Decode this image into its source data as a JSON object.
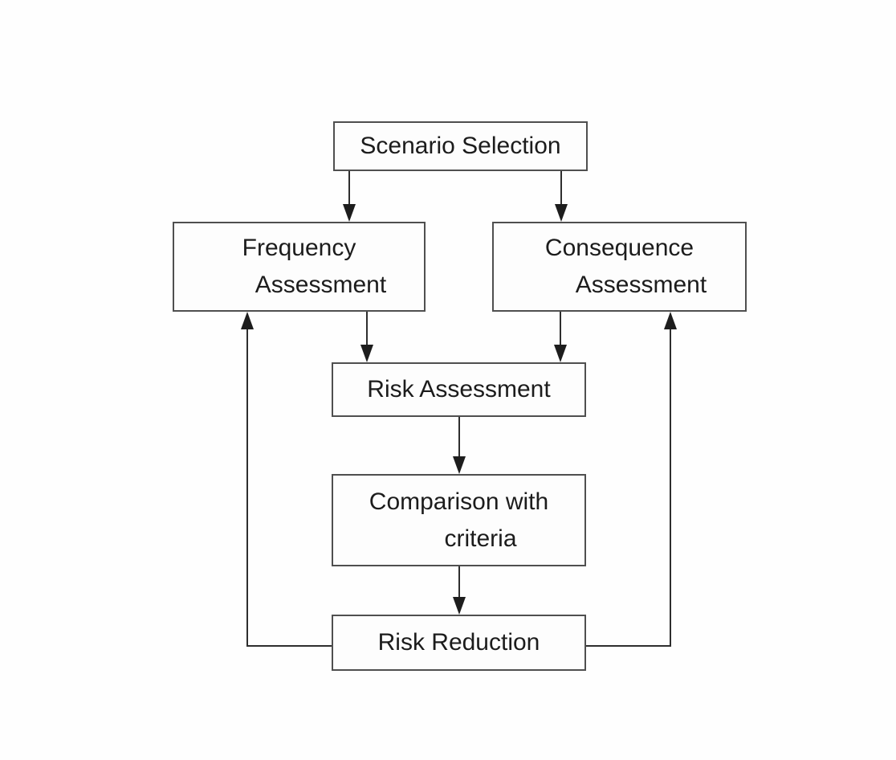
{
  "diagram": {
    "type": "flowchart",
    "nodes": {
      "scenario_selection": {
        "id": "scenario-selection",
        "lines": [
          "Scenario Selection"
        ]
      },
      "frequency_assessment": {
        "id": "frequency-assessment",
        "lines": [
          "Frequency",
          "Assessment"
        ]
      },
      "consequence_assessment": {
        "id": "consequence-assessment",
        "lines": [
          "Consequence",
          "Assessment"
        ]
      },
      "risk_assessment": {
        "id": "risk-assessment",
        "lines": [
          "Risk Assessment"
        ]
      },
      "comparison_with_criteria": {
        "id": "comparison-with-criteria",
        "lines": [
          "Comparison with",
          "criteria"
        ]
      },
      "risk_reduction": {
        "id": "risk-reduction",
        "lines": [
          "Risk Reduction"
        ]
      }
    },
    "edges": [
      {
        "from": "scenario-selection",
        "to": "frequency-assessment",
        "style": "arrow-down"
      },
      {
        "from": "scenario-selection",
        "to": "consequence-assessment",
        "style": "arrow-down"
      },
      {
        "from": "frequency-assessment",
        "to": "risk-assessment",
        "style": "arrow-down"
      },
      {
        "from": "consequence-assessment",
        "to": "risk-assessment",
        "style": "arrow-down"
      },
      {
        "from": "risk-assessment",
        "to": "comparison-with-criteria",
        "style": "arrow-down"
      },
      {
        "from": "comparison-with-criteria",
        "to": "risk-reduction",
        "style": "arrow-down"
      },
      {
        "from": "risk-reduction",
        "to": "frequency-assessment",
        "style": "feedback-left-up"
      },
      {
        "from": "risk-reduction",
        "to": "consequence-assessment",
        "style": "feedback-right-up"
      }
    ],
    "colors": {
      "background": "#fefefe",
      "node_fill": "#fdfdfd",
      "node_border": "#4f4f4f",
      "edge_stroke": "#2e2e2e",
      "arrowhead_fill": "#1d1d1d",
      "text": "#1c1c1c"
    }
  }
}
